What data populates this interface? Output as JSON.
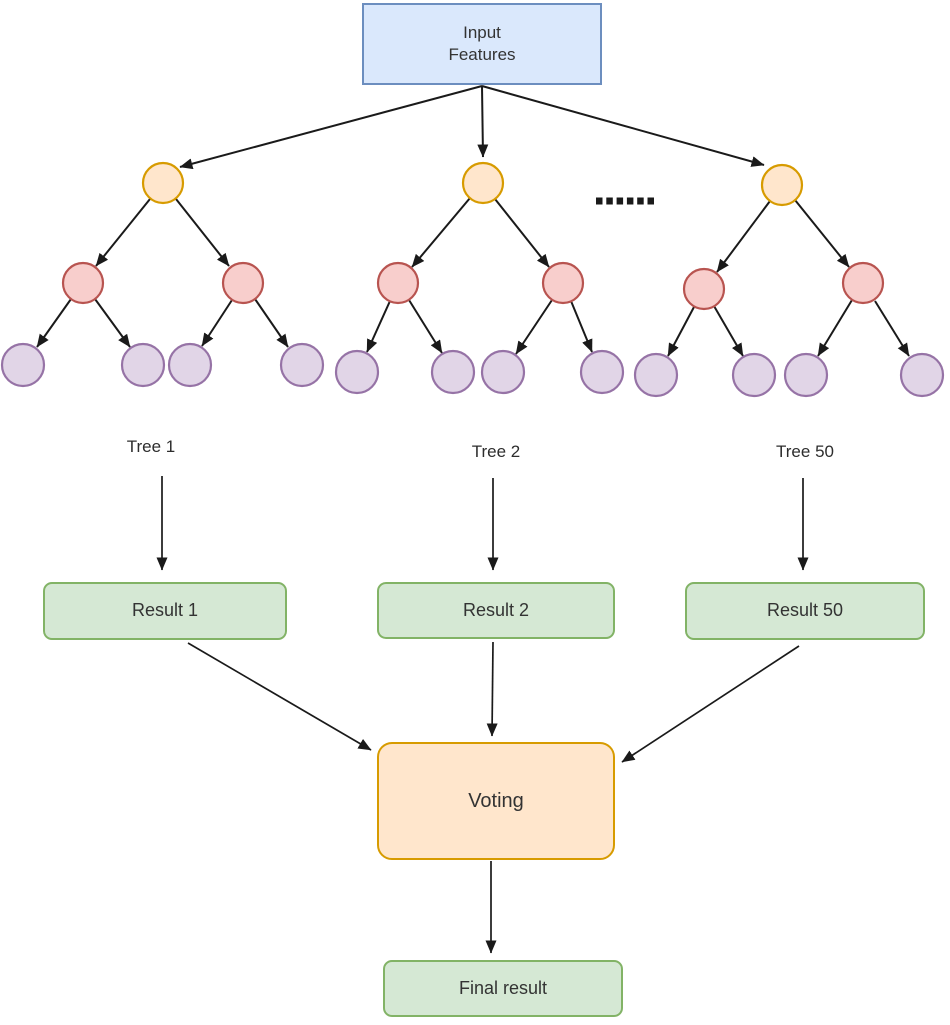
{
  "diagram": {
    "input_box": {
      "label": "Input\nFeatures"
    },
    "ellipsis": "......",
    "trees": [
      {
        "label": "Tree 1",
        "result_label": "Result 1"
      },
      {
        "label": "Tree 2",
        "result_label": "Result 2"
      },
      {
        "label": "Tree 50",
        "result_label": "Result 50"
      }
    ],
    "voting_label": "Voting",
    "final_label": "Final result",
    "colors": {
      "input_fill": "#dae8fc",
      "input_border": "#6c8ebf",
      "root_fill": "#ffe6cc",
      "root_border": "#d79b00",
      "internal_fill": "#f8cecc",
      "internal_border": "#b85450",
      "leaf_fill": "#e1d5e7",
      "leaf_border": "#9673a6",
      "result_fill": "#d5e8d4",
      "result_border": "#82b366",
      "voting_fill": "#ffe6cc",
      "voting_border": "#d79b00",
      "arrow": "#1a1a1a"
    }
  }
}
